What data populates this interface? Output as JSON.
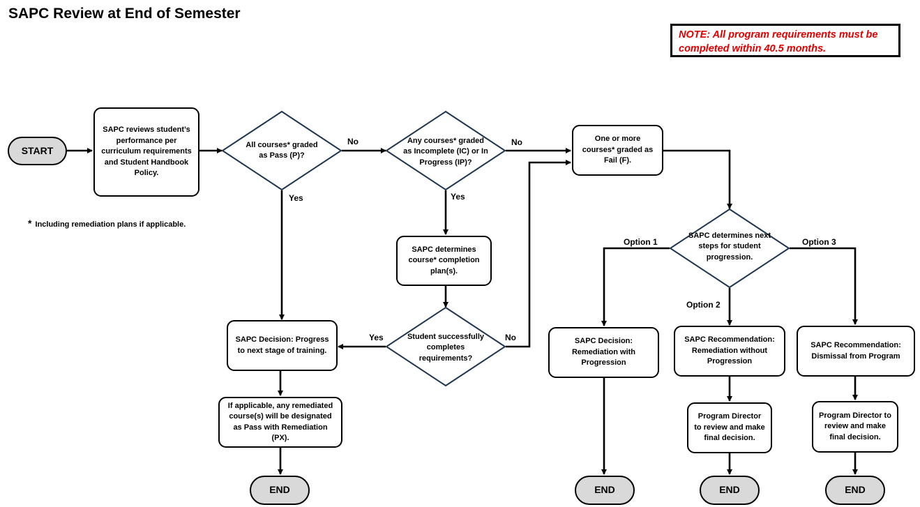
{
  "title": "SAPC Review at End of Semester",
  "note": "NOTE:  All program requirements must be completed within 40.5 months.",
  "footnote": {
    "star": "*",
    "text": "Including remediation plans if applicable."
  },
  "nodes": {
    "start": "START",
    "review": "SAPC reviews student’s performance per curriculum requirements and Student Handbook Policy.",
    "all_pass": "All courses* graded as Pass (P)?",
    "any_incomplete": "Any courses* graded as Incomplete (IC) or In Progress (IP)?",
    "fail": "One or more courses* graded as Fail (F).",
    "completion_plan": "SAPC determines course* completion plan(s).",
    "completes_req": "Student successfully completes requirements?",
    "progress_decision": "SAPC Decision: Progress to next stage of training.",
    "px_designation": "If applicable, any remediated course(s) will be designated as Pass with Remediation (PX).",
    "next_steps": "SAPC determines next steps for student progression.",
    "remediation_progression": "SAPC Decision: Remediation with Progression",
    "remediation_no_progression": "SAPC Recommendation: Remediation without Progression",
    "dismissal": "SAPC Recommendation: Dismissal from Program",
    "director_review_1": "Program Director to review and make final decision.",
    "director_review_2": "Program Director to review and make final decision.",
    "end_1": "END",
    "end_2": "END",
    "end_3": "END",
    "end_4": "END"
  },
  "labels": {
    "no_1": "No",
    "no_2": "No",
    "no_3": "No",
    "yes_1": "Yes",
    "yes_2": "Yes",
    "yes_3": "Yes",
    "option_1": "Option 1",
    "option_2": "Option 2",
    "option_3": "Option 3"
  }
}
